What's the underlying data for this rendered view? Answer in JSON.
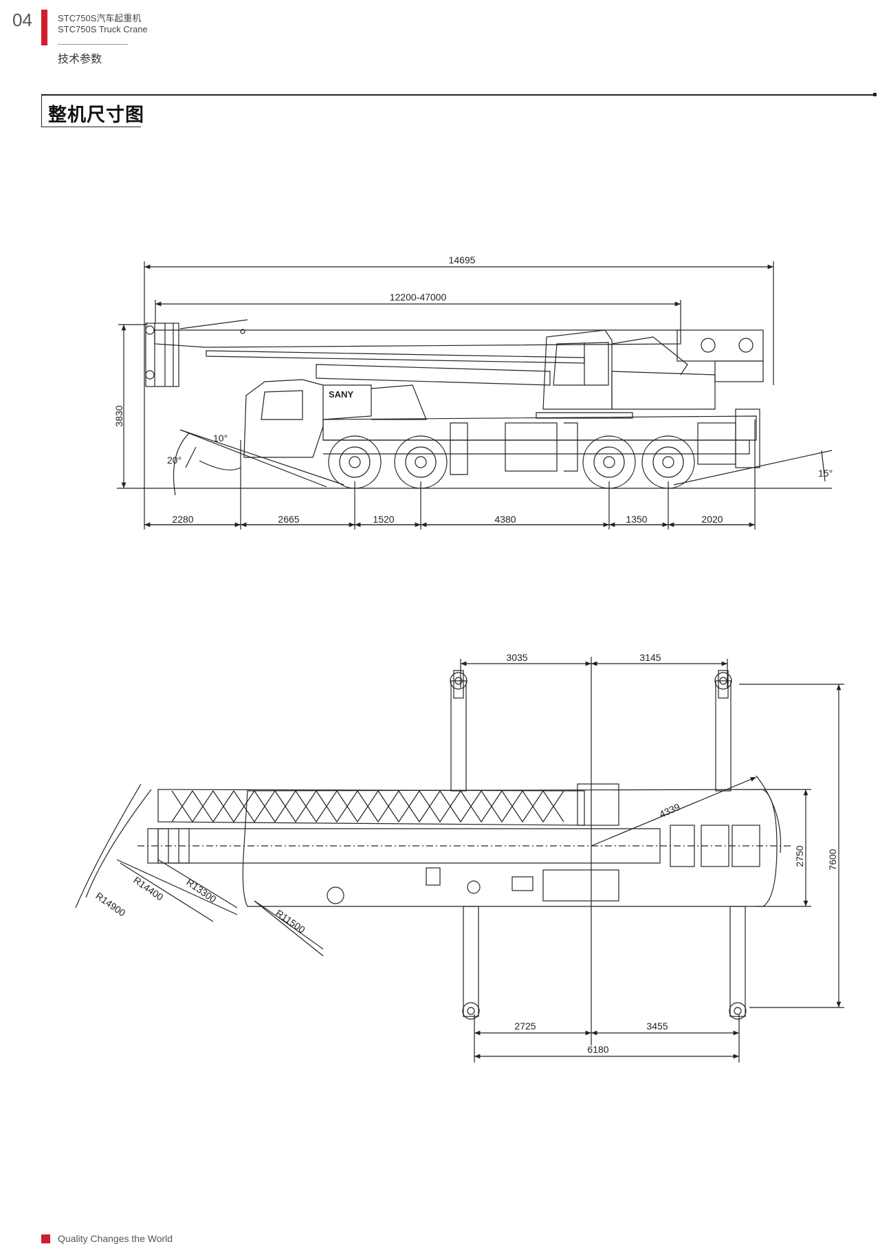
{
  "header": {
    "page_number": "04",
    "model_cn": "STC750S汽车起重机",
    "model_en": "STC750S Truck Crane",
    "section": "技术参数",
    "title": "整机尺寸图"
  },
  "side_view": {
    "brand": "SANY",
    "overall_length": "14695",
    "boom_length": "12200-47000",
    "height": "3830",
    "angle_front_1": "10°",
    "angle_front_2": "20°",
    "angle_rear": "15°",
    "segments": [
      "2280",
      "2665",
      "1520",
      "4380",
      "1350",
      "2020"
    ]
  },
  "top_view": {
    "front_outrigger": "3035",
    "rear_outrigger": "3145",
    "lower_front": "2725",
    "lower_rear": "3455",
    "outrigger_span_length": "6180",
    "width": "2750",
    "outrigger_width": "7600",
    "tail_radius": "4339",
    "radii": [
      "R14900",
      "R14400",
      "R13300",
      "R11500"
    ]
  },
  "footer": {
    "slogan": "Quality Changes the World"
  },
  "colors": {
    "accent": "#d0202f",
    "line": "#222222"
  }
}
